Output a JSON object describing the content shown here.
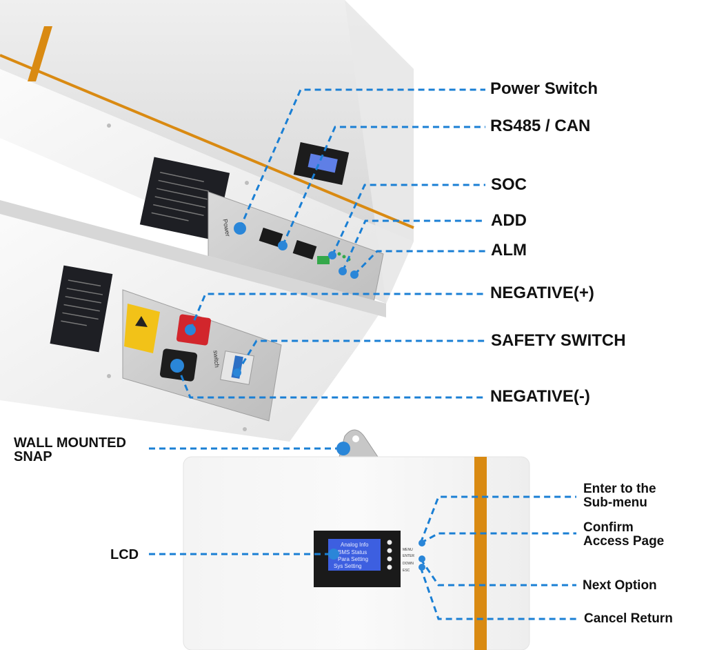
{
  "labels": {
    "power_switch": "Power Switch",
    "rs485_can": "RS485 / CAN",
    "soc": "SOC",
    "add": "ADD",
    "alm": "ALM",
    "negative_plus": "NEGATIVE(+)",
    "safety_switch": "SAFETY SWITCH",
    "negative_minus": "NEGATIVE(-)",
    "wall_mounted_snap": [
      "WALL MOUNTED",
      "SNAP"
    ],
    "lcd": "LCD",
    "enter_sub_menu": [
      "Enter to the",
      "Sub-menu"
    ],
    "confirm_access": [
      "Confirm",
      "Access Page"
    ],
    "next_option": "Next Option",
    "cancel_return": "Cancel Return"
  },
  "device": {
    "panel_power_text": "Power",
    "panel_switch_text": "switch",
    "lcd_lines": [
      "Analog Info",
      "BMS Status",
      "Para Setting",
      "Sys Setting"
    ],
    "button_labels": [
      "MENU",
      "ENTER",
      "DOWN",
      "ESC"
    ]
  },
  "colors": {
    "callout": "#1a7fd4",
    "dot": "#2a86d8",
    "body_white": "#f2f2f2",
    "orange_stripe": "#d98a12",
    "lcd_blue": "#3d5fe0",
    "red_terminal": "#d2262c",
    "warning_yellow": "#f2c218"
  }
}
